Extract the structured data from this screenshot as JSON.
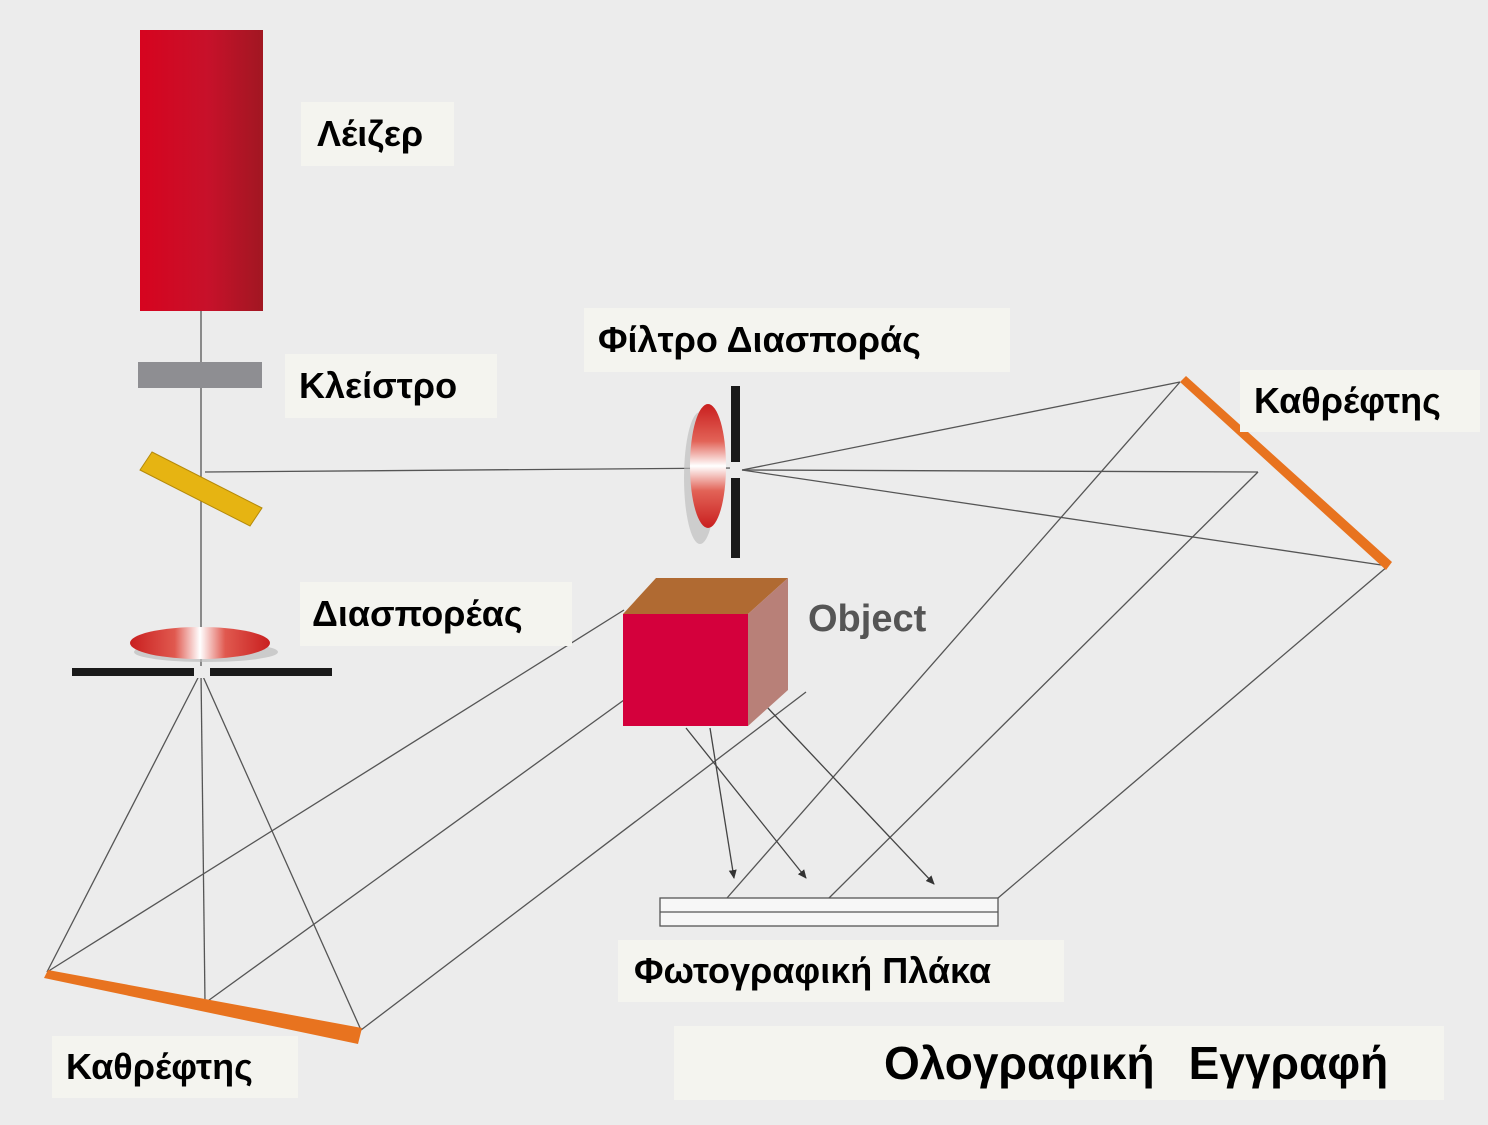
{
  "labels": {
    "laser": "Λέιζερ",
    "shutter": "Κλείστρο",
    "spatial_filter": "Φίλτρο Διασποράς",
    "mirror_right": "Καθρέφτης",
    "diffuser": "Διασπορέας",
    "object": "Object",
    "photo_plate": "Φωτογραφική Πλάκα",
    "mirror_bottom": "Καθρέφτης",
    "title_word1": "Ολογραφική",
    "title_word2": "Εγγραφή"
  },
  "colors": {
    "laser": "#cc1224",
    "shutter": "#8e8e92",
    "beam_splitter": "#e6b412",
    "mirror": "#e8731f",
    "object_front": "#d4003c",
    "object_top": "#b06a32",
    "object_side": "#b88078",
    "lens": "#d23a34",
    "ray": "#555555",
    "label_bg": "#f4f4ef",
    "background": "#ececec"
  }
}
